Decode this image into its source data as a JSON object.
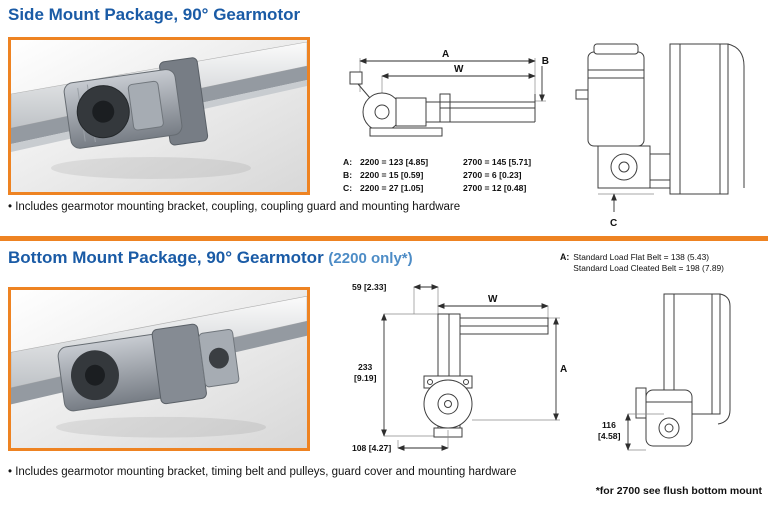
{
  "page": {
    "accent_orange": "#EE8322",
    "heading_blue": "#1A5BA6"
  },
  "side_mount": {
    "title": "Side Mount Package, 90° Gearmotor",
    "bullet": "• Includes gearmotor mounting bracket, coupling, coupling guard and mounting hardware",
    "labels": {
      "a": "A",
      "b": "B",
      "w": "W",
      "c": "C"
    },
    "dims": [
      {
        "label": "A:",
        "col1": "2200 = 123 [4.85]",
        "col2": "2700 = 145 [5.71]"
      },
      {
        "label": "B:",
        "col1": "2200 = 15 [0.59]",
        "col2": "2700 = 6 [0.23]"
      },
      {
        "label": "C:",
        "col1": "2200 = 27 [1.05]",
        "col2": "2700 = 12 [0.48]"
      }
    ]
  },
  "bottom_mount": {
    "title": "Bottom Mount Package, 90° Gearmotor",
    "title_suffix": "(2200 only*)",
    "note": {
      "label": "A:",
      "line1": "Standard Load Flat Belt = 138 (5.43)",
      "line2": "Standard Load Cleated Belt = 198 (7.89)"
    },
    "labels": {
      "w": "W",
      "a": "A",
      "d59": "59 [2.33]",
      "d233_l1": "233",
      "d233_l2": "[9.19]",
      "d108": "108 [4.27]",
      "d116_l1": "116",
      "d116_l2": "[4.58]"
    },
    "bullet": "• Includes gearmotor mounting bracket, timing belt and pulleys, guard cover and mounting hardware",
    "footnote": "*for 2700 see flush bottom mount"
  }
}
